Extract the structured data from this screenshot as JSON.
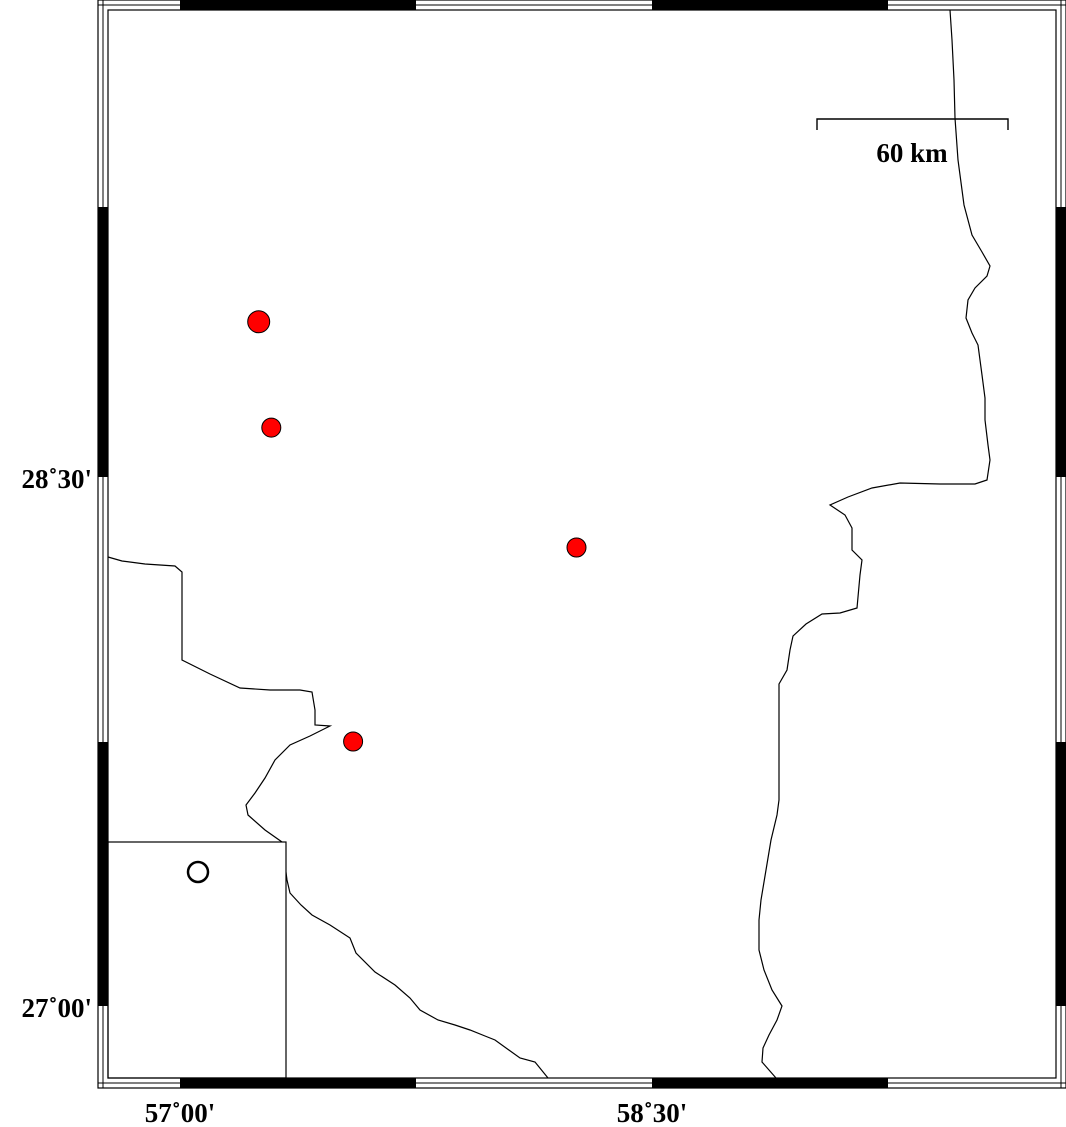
{
  "map": {
    "frame_style": "fancy",
    "axes": {
      "lon_ticks": [
        {
          "label": "57˚00'",
          "lon": 57.0
        },
        {
          "label": "58˚30'",
          "lon": 58.5
        }
      ],
      "lat_ticks": [
        {
          "label": "28˚30'",
          "lat": 28.5
        },
        {
          "label": "27˚00'",
          "lat": 27.0
        }
      ]
    },
    "scale_bar": {
      "label": "60 km",
      "distance_km": 60
    },
    "colors": {
      "event_fill": "#ff0000",
      "event_stroke": "#000000",
      "border_line": "#000000",
      "frame": "#000000",
      "background": "#ffffff"
    },
    "events": [
      {
        "lon": 57.25,
        "lat": 28.94,
        "size": "large"
      },
      {
        "lon": 57.29,
        "lat": 28.64,
        "size": "small"
      },
      {
        "lon": 58.26,
        "lat": 28.3,
        "size": "small"
      },
      {
        "lon": 57.55,
        "lat": 27.75,
        "size": "small"
      }
    ],
    "inset": {
      "marker": "open-circle"
    },
    "border_icon": "boundary-line"
  }
}
